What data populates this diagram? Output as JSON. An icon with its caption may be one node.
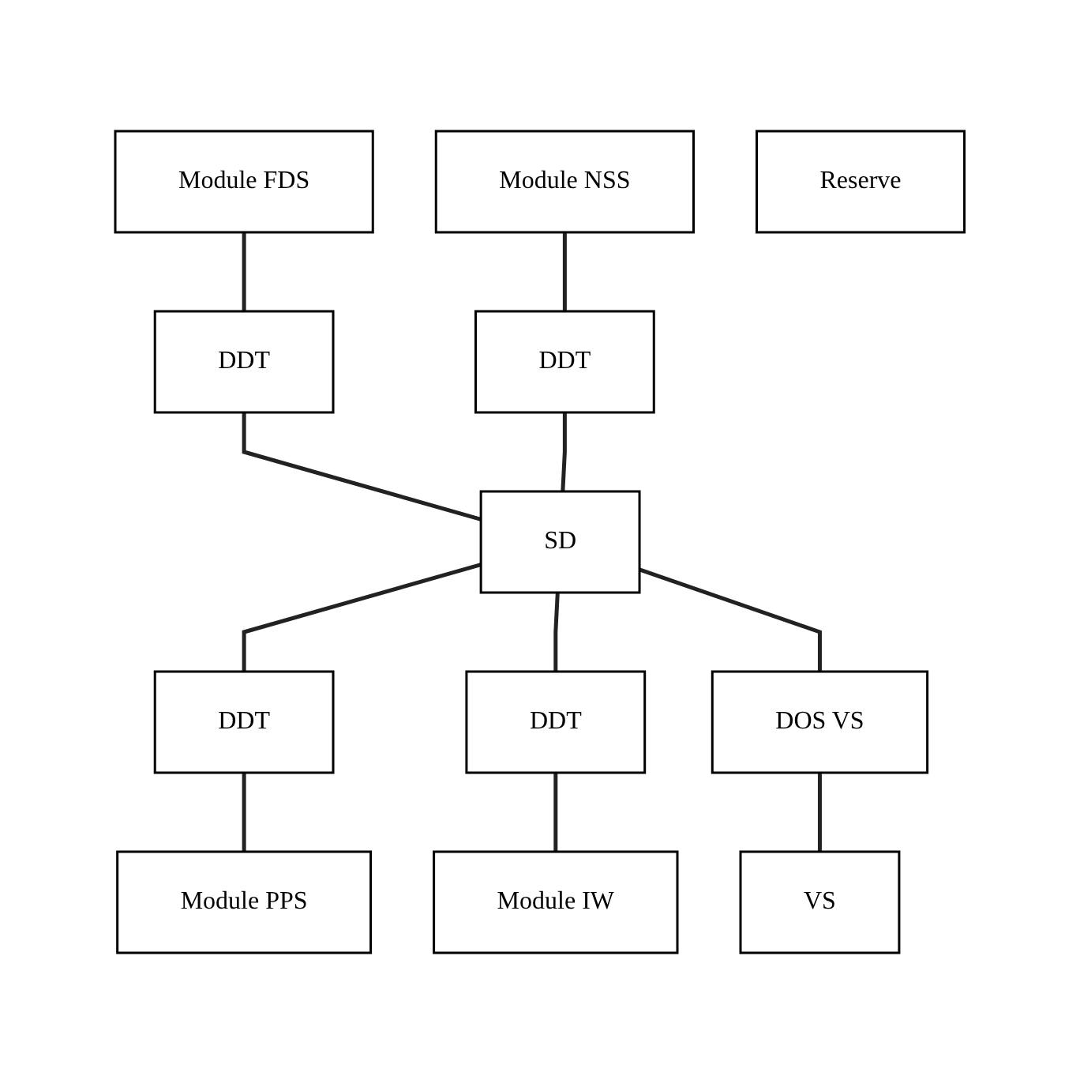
{
  "diagram": {
    "nodes": [
      {
        "text": [
          "Module FDS"
        ]
      },
      {
        "text": [
          "Module NSS"
        ]
      },
      {
        "text": [
          "DDT"
        ]
      },
      {
        "text": [
          "Reserve"
        ]
      },
      {
        "text": [
          "DDT"
        ]
      },
      {
        "text": [
          "SD"
        ]
      },
      {
        "text": [
          "DDT"
        ]
      },
      {
        "text": [
          "DDT"
        ]
      },
      {
        "text": [
          "DOS VS"
        ]
      },
      {
        "text": [
          "Module PPS"
        ]
      },
      {
        "text": [
          "Module IW"
        ]
      },
      {
        "text": [
          "VS"
        ]
      }
    ],
    "edges": [
      {
        "from": 0,
        "to": 2,
        "arrow": "none"
      },
      {
        "from": 1,
        "to": 4,
        "arrow": "none"
      },
      {
        "from": 2,
        "to": 5,
        "arrow": "none"
      },
      {
        "from": 4,
        "to": 5,
        "arrow": "none"
      },
      {
        "from": 5,
        "to": 6,
        "arrow": "none"
      },
      {
        "from": 5,
        "to": 7,
        "arrow": "none"
      },
      {
        "from": 5,
        "to": 8,
        "arrow": "none"
      },
      {
        "from": 6,
        "to": 9,
        "arrow": "none"
      },
      {
        "from": 7,
        "to": 10,
        "arrow": "none"
      },
      {
        "from": 8,
        "to": 11,
        "arrow": "none"
      }
    ]
  }
}
